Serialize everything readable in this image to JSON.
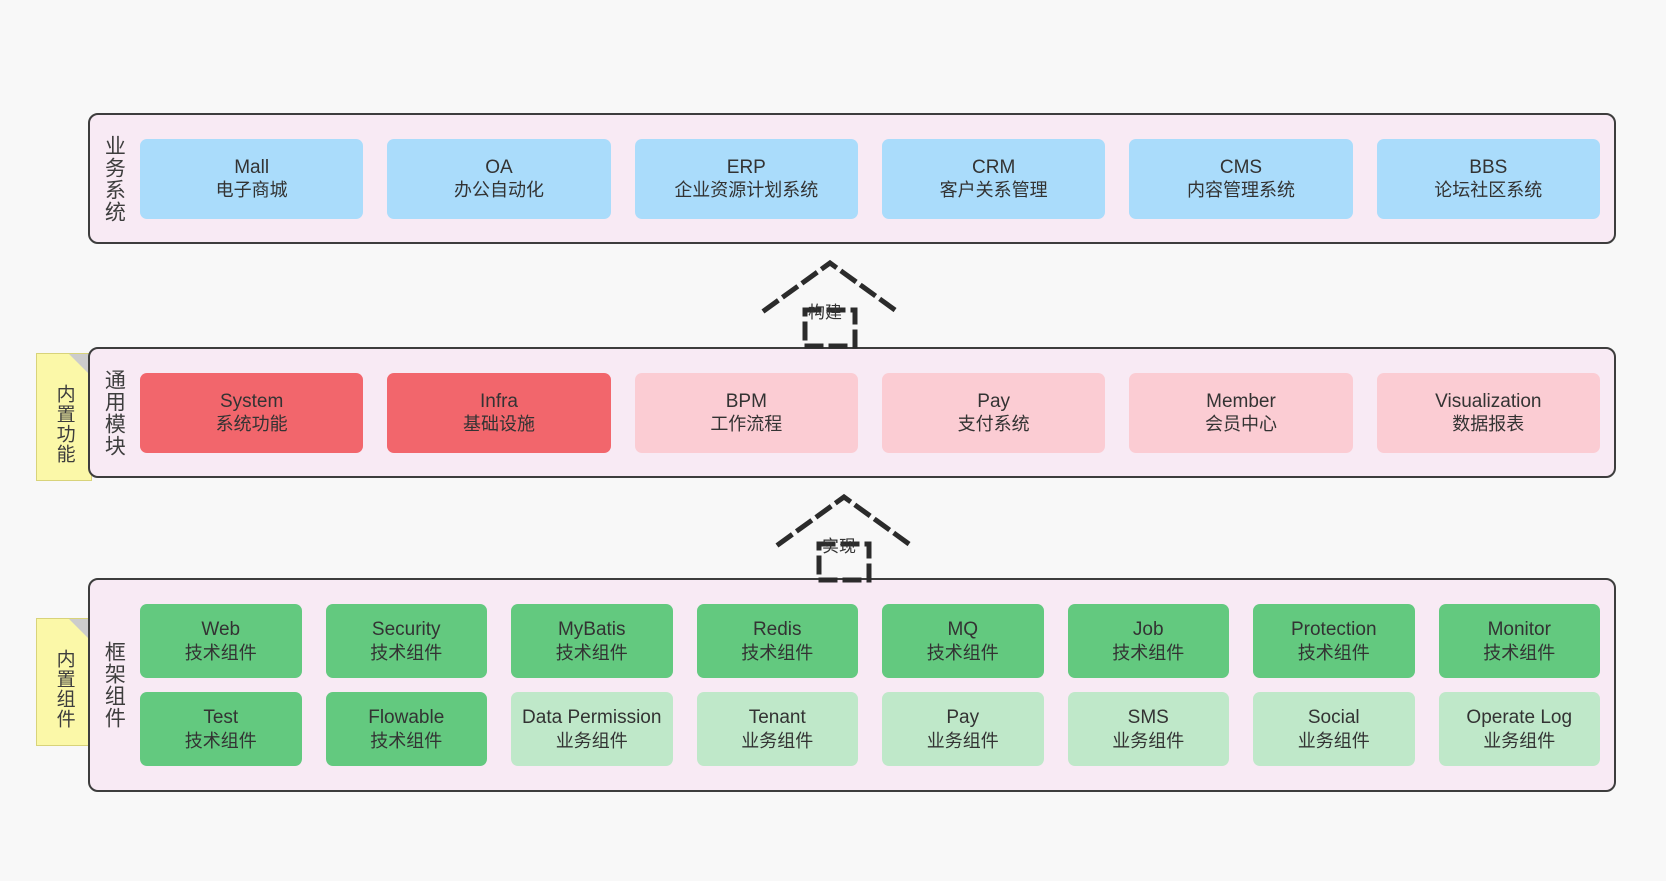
{
  "diagram": {
    "background_color": "#f8f8f8",
    "panel_color": "#f8eaf4",
    "panel_border_color": "#3d3d3d",
    "note_color": "#fbf8a8"
  },
  "layers": [
    {
      "id": "business-system",
      "title": "业务系统",
      "note": null,
      "rows": [
        {
          "cards": [
            {
              "name": "mall",
              "title": "Mall",
              "subtitle": "电子商城",
              "color": "#aadcfb",
              "style": "c-blue"
            },
            {
              "name": "oa",
              "title": "OA",
              "subtitle": "办公自动化",
              "color": "#aadcfb",
              "style": "c-blue"
            },
            {
              "name": "erp",
              "title": "ERP",
              "subtitle": "企业资源计划系统",
              "color": "#aadcfb",
              "style": "c-blue"
            },
            {
              "name": "crm",
              "title": "CRM",
              "subtitle": "客户关系管理",
              "color": "#aadcfb",
              "style": "c-blue"
            },
            {
              "name": "cms",
              "title": "CMS",
              "subtitle": "内容管理系统",
              "color": "#aadcfb",
              "style": "c-blue"
            },
            {
              "name": "bbs",
              "title": "BBS",
              "subtitle": "论坛社区系统",
              "color": "#aadcfb",
              "style": "c-blue"
            }
          ]
        }
      ]
    },
    {
      "id": "common-module",
      "title": "通用模块",
      "note": "内置功能",
      "rows": [
        {
          "cards": [
            {
              "name": "system",
              "title": "System",
              "subtitle": "系统功能",
              "color": "#f2666c",
              "style": "c-red"
            },
            {
              "name": "infra",
              "title": "Infra",
              "subtitle": "基础设施",
              "color": "#f2666c",
              "style": "c-red"
            },
            {
              "name": "bpm",
              "title": "BPM",
              "subtitle": "工作流程",
              "color": "#fbccd3",
              "style": "c-pink"
            },
            {
              "name": "pay",
              "title": "Pay",
              "subtitle": "支付系统",
              "color": "#fbccd3",
              "style": "c-pink"
            },
            {
              "name": "member",
              "title": "Member",
              "subtitle": "会员中心",
              "color": "#fbccd3",
              "style": "c-pink"
            },
            {
              "name": "visualization",
              "title": "Visualization",
              "subtitle": "数据报表",
              "color": "#fbccd3",
              "style": "c-pink"
            }
          ]
        }
      ]
    },
    {
      "id": "framework-component",
      "title": "框架组件",
      "note": "内置组件",
      "rows": [
        {
          "cards": [
            {
              "name": "web",
              "title": "Web",
              "subtitle": "技术组件",
              "color": "#63c97f",
              "style": "c-green"
            },
            {
              "name": "security",
              "title": "Security",
              "subtitle": "技术组件",
              "color": "#63c97f",
              "style": "c-green"
            },
            {
              "name": "mybatis",
              "title": "MyBatis",
              "subtitle": "技术组件",
              "color": "#63c97f",
              "style": "c-green"
            },
            {
              "name": "redis",
              "title": "Redis",
              "subtitle": "技术组件",
              "color": "#63c97f",
              "style": "c-green"
            },
            {
              "name": "mq",
              "title": "MQ",
              "subtitle": "技术组件",
              "color": "#63c97f",
              "style": "c-green"
            },
            {
              "name": "job",
              "title": "Job",
              "subtitle": "技术组件",
              "color": "#63c97f",
              "style": "c-green"
            },
            {
              "name": "protection",
              "title": "Protection",
              "subtitle": "技术组件",
              "color": "#63c97f",
              "style": "c-green"
            },
            {
              "name": "monitor",
              "title": "Monitor",
              "subtitle": "技术组件",
              "color": "#63c97f",
              "style": "c-green"
            }
          ]
        },
        {
          "cards": [
            {
              "name": "test",
              "title": "Test",
              "subtitle": "技术组件",
              "color": "#63c97f",
              "style": "c-green"
            },
            {
              "name": "flowable",
              "title": "Flowable",
              "subtitle": "技术组件",
              "color": "#63c97f",
              "style": "c-green"
            },
            {
              "name": "data-permission",
              "title": "Data Permission",
              "subtitle": "业务组件",
              "color": "#bfe8c9",
              "style": "c-lightgreen"
            },
            {
              "name": "tenant",
              "title": "Tenant",
              "subtitle": "业务组件",
              "color": "#bfe8c9",
              "style": "c-lightgreen"
            },
            {
              "name": "pay-component",
              "title": "Pay",
              "subtitle": "业务组件",
              "color": "#bfe8c9",
              "style": "c-lightgreen"
            },
            {
              "name": "sms",
              "title": "SMS",
              "subtitle": "业务组件",
              "color": "#bfe8c9",
              "style": "c-lightgreen"
            },
            {
              "name": "social",
              "title": "Social",
              "subtitle": "业务组件",
              "color": "#bfe8c9",
              "style": "c-lightgreen"
            },
            {
              "name": "operate-log",
              "title": "Operate Log",
              "subtitle": "业务组件",
              "color": "#bfe8c9",
              "style": "c-lightgreen"
            }
          ]
        }
      ]
    }
  ],
  "connectors": [
    {
      "id": "build",
      "label": "构建",
      "direction": "up",
      "from": "common-module",
      "to": "business-system"
    },
    {
      "id": "implement",
      "label": "实现",
      "direction": "up",
      "from": "framework-component",
      "to": "common-module"
    }
  ]
}
